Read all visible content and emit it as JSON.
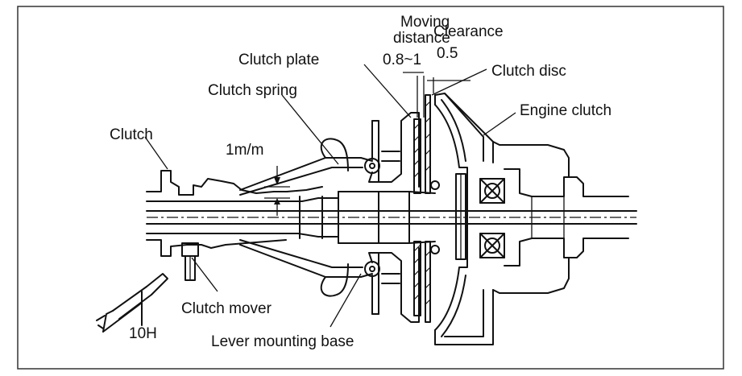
{
  "labels": {
    "moving_distance_line1": "Moving",
    "moving_distance_line2": "distance",
    "moving_distance_value": "0.8~1",
    "clearance": "Clearance",
    "clearance_value": "0.5",
    "clutch_plate": "Clutch plate",
    "clutch_disc": "Clutch disc",
    "clutch_spring": "Clutch spring",
    "engine_clutch": "Engine clutch",
    "clutch": "Clutch",
    "gap_1mm": "1m/m",
    "clutch_mover": "Clutch mover",
    "tool": "10H",
    "lever_mounting_base": "Lever mounting base"
  }
}
